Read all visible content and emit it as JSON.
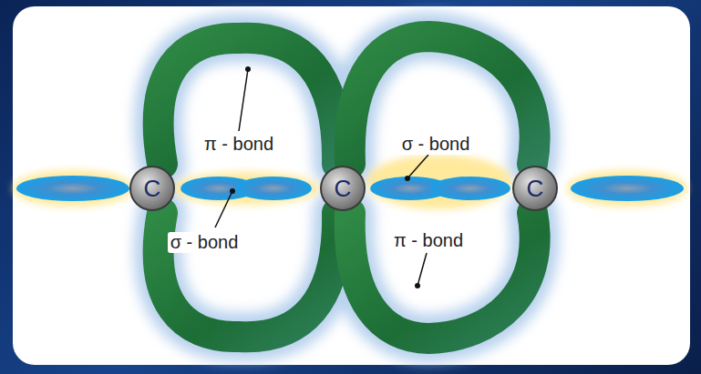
{
  "diagram": {
    "nodes": [
      {
        "text": [
          "C"
        ]
      },
      {
        "text": [
          "C"
        ]
      },
      {
        "text": [
          "C"
        ]
      }
    ],
    "labels": [
      "π - bond",
      "σ - bond",
      "σ - bond",
      "π - bond"
    ]
  }
}
